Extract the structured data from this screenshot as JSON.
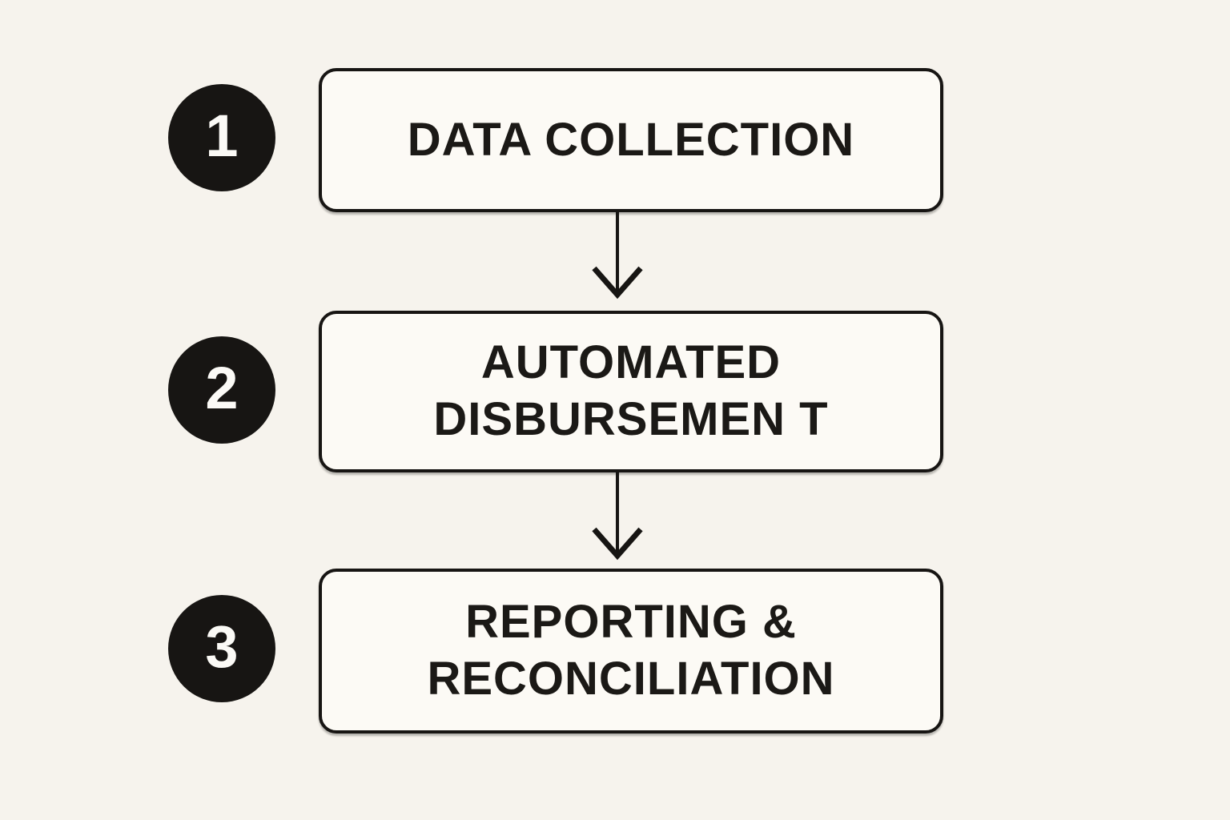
{
  "diagram": {
    "type": "vertical-flowchart",
    "background_color": "#f6f3ed",
    "box_fill_color": "#fcfaf5",
    "line_color": "#171513",
    "steps": [
      {
        "number": "1",
        "lines": [
          "DATA COLLECTION",
          ""
        ]
      },
      {
        "number": "2",
        "lines": [
          "AUTOMATED",
          "DISBURSEMEN T"
        ]
      },
      {
        "number": "3",
        "lines": [
          "REPORTING &",
          "RECONCILIATION"
        ]
      }
    ],
    "connectors": [
      {
        "from": "step-1",
        "to": "step-2",
        "shape": "arrow-down"
      },
      {
        "from": "step-2",
        "to": "step-3",
        "shape": "arrow-down"
      }
    ]
  }
}
